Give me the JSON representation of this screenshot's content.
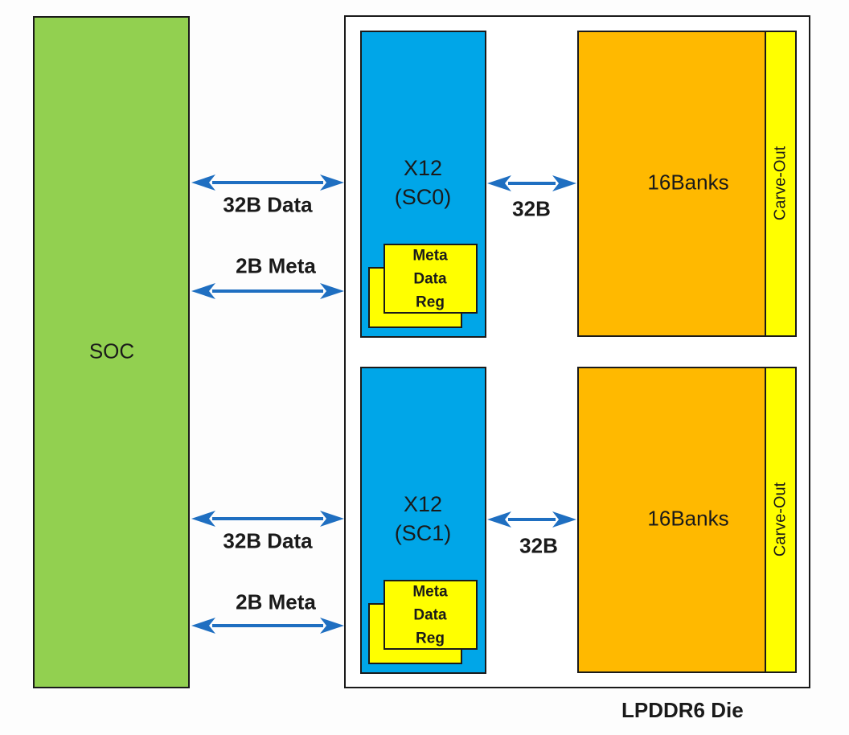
{
  "soc": {
    "label": "SOC"
  },
  "die": {
    "label": "LPDDR6 Die"
  },
  "subchannels": [
    {
      "name": "X12",
      "id": "(SC0)",
      "register": {
        "line1": "Meta",
        "line2": "Data",
        "line3": "Reg"
      },
      "bank_label": "16Banks",
      "carve_label": "Carve-Out",
      "internal_bus": "32B",
      "data_bus": "32B Data",
      "meta_bus": "2B Meta"
    },
    {
      "name": "X12",
      "id": "(SC1)",
      "register": {
        "line1": "Meta",
        "line2": "Data",
        "line3": "Reg"
      },
      "bank_label": "16Banks",
      "carve_label": "Carve-Out",
      "internal_bus": "32B",
      "data_bus": "32B Data",
      "meta_bus": "2B Meta"
    }
  ],
  "colors": {
    "soc": "#92d050",
    "subchannel": "#00a6e8",
    "bank": "#ffb900",
    "carve_out": "#ffff00",
    "register": "#ffff00",
    "arrow": "#1f6fc1"
  }
}
